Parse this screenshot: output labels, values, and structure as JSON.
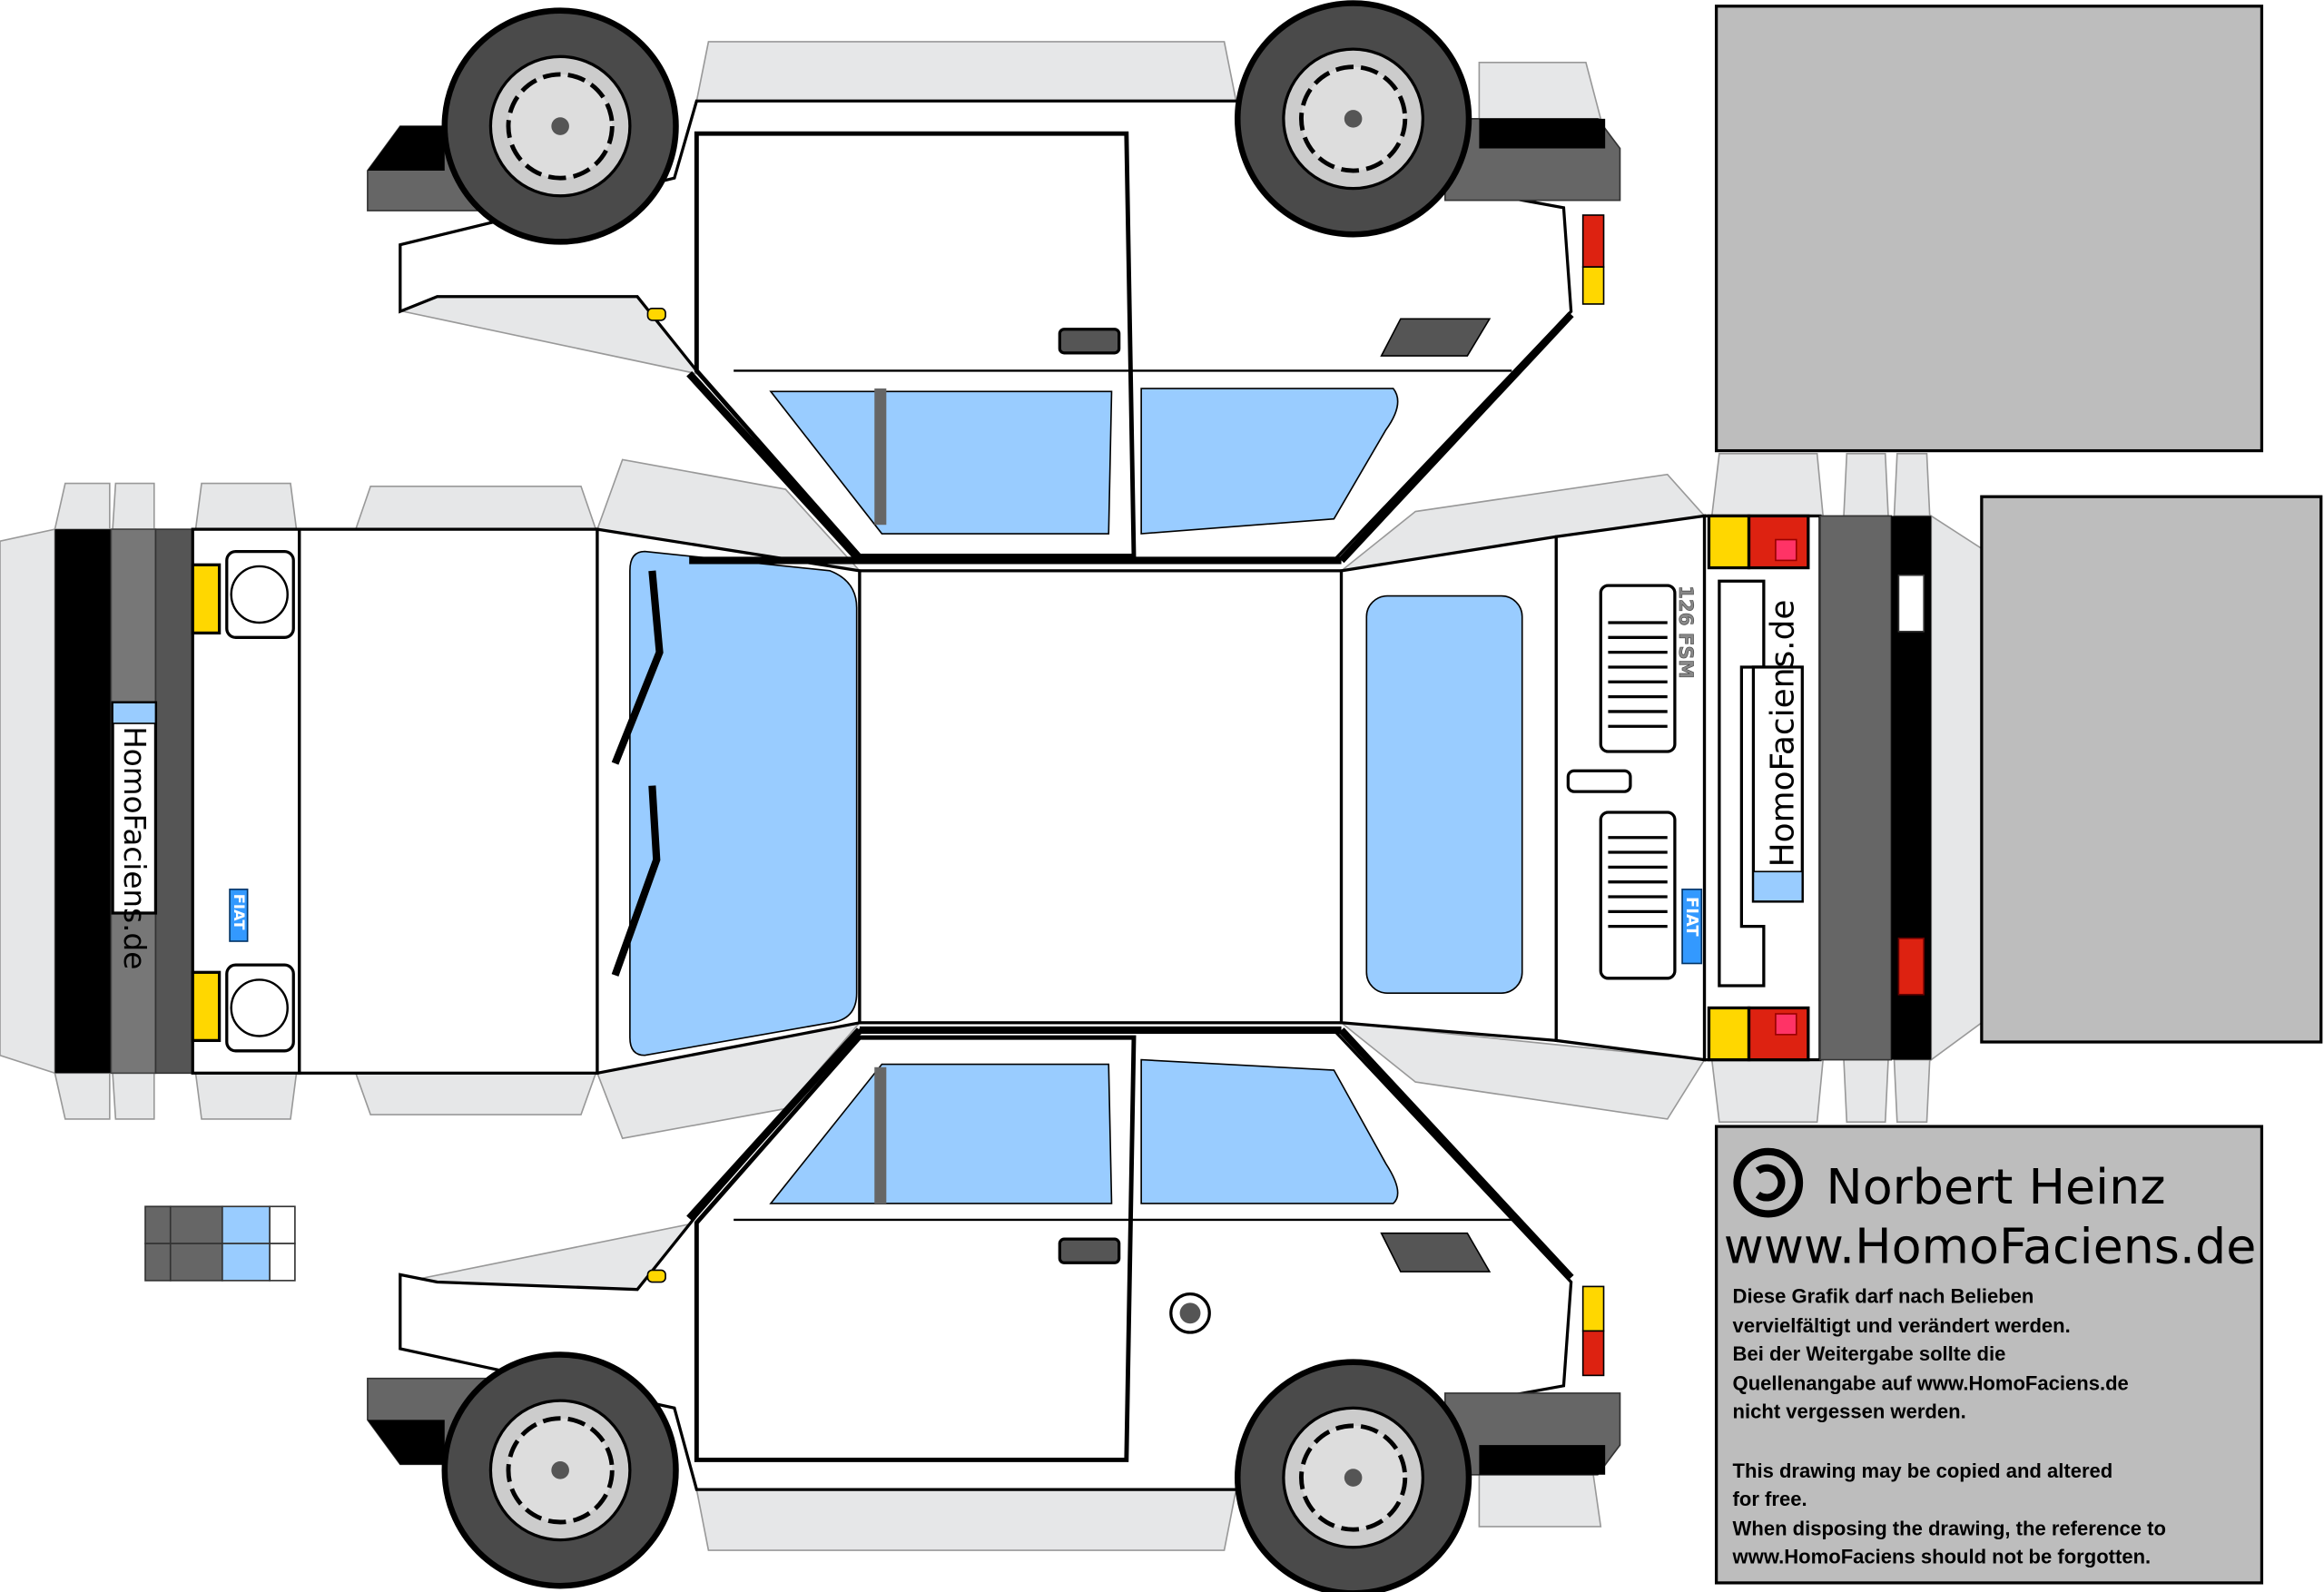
{
  "model": {
    "license_plate_text": "HomoFaciens.de",
    "model_badge": "126 FSM",
    "brand_badge": "FIAT"
  },
  "credits": {
    "copyleft_icon": "copyleft-icon",
    "author": "Norbert Heinz",
    "website": "www.HomoFaciens.de",
    "german_lines": [
      "Diese Grafik darf nach Belieben",
      "vervielfältigt und verändert werden.",
      "Bei der Weitergabe sollte die",
      "Quellenangabe auf www.HomoFaciens.de",
      "nicht vergessen werden."
    ],
    "english_lines": [
      "This drawing may be copied and altered",
      "for free.",
      "When disposing the drawing, the reference to",
      "www.HomoFaciens should not be forgotten."
    ]
  },
  "colors": {
    "glass": "#99ccff",
    "body": "#ffffff",
    "flap": "#e6e7e8",
    "panel_gray": "#bdbdbd",
    "bumper_gray": "#666666",
    "black": "#000000",
    "indicator_yellow": "#ffd700",
    "tail_red": "#dd2211"
  }
}
